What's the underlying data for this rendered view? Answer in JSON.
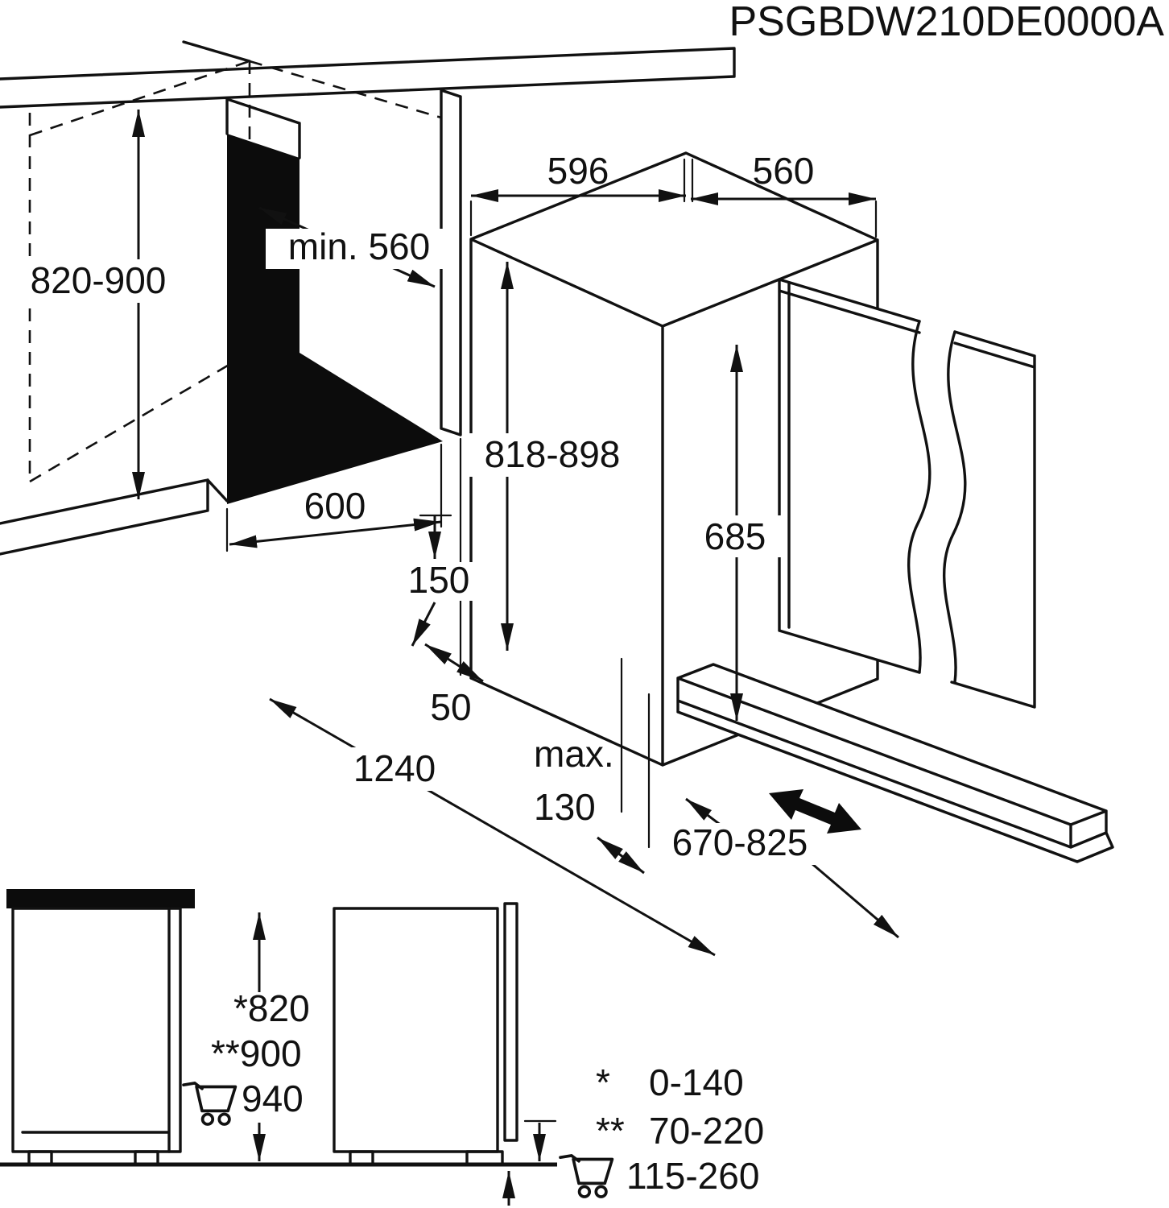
{
  "part_number": "PSGBDW210DE0000A",
  "colors": {
    "line": "#111111",
    "background": "#ffffff"
  },
  "labels": {
    "niche_height": "820-900",
    "niche_depth": "min. 560",
    "niche_width": "600",
    "top_width": "596",
    "top_depth": "560",
    "appliance_height": "818-898",
    "door_panel_height": "685",
    "plinth_height": "150",
    "side_gap": "50",
    "install_clearance": "1240",
    "max_word": "max.",
    "max_value": "130",
    "plinth_slide_range": "670-825"
  },
  "elevations": {
    "height_star": "*820",
    "height_double_star": "**900",
    "height_cart": "940",
    "star": "*",
    "double_star": "**",
    "range_star": "0-140",
    "range_double_star": "70-220",
    "range_cart": "115-260"
  }
}
